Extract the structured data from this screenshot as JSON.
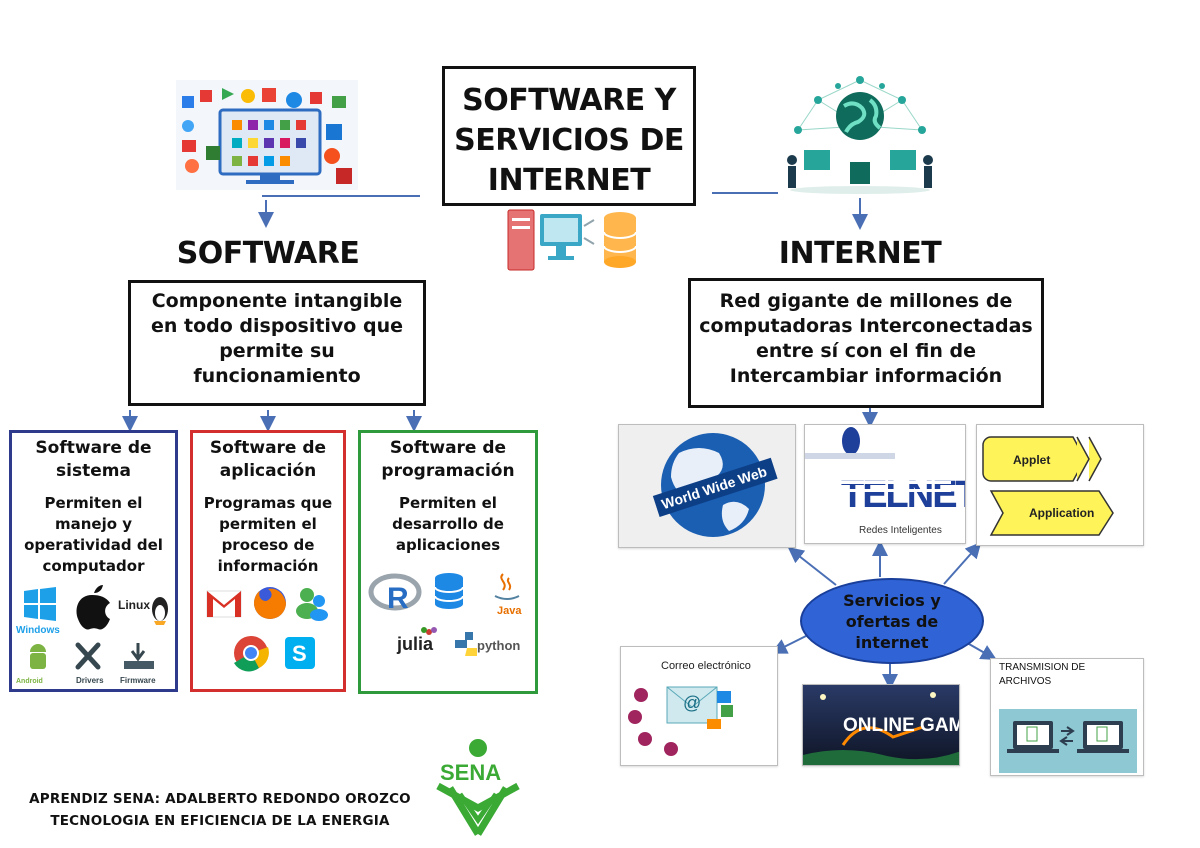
{
  "title": "SOFTWARE Y SERVICIOS DE INTERNET",
  "software": {
    "heading": "SOFTWARE",
    "definition": "Componente intangible en todo dispositivo que permite su funcionamiento",
    "categories": [
      {
        "title": "Software de sistema",
        "description": "Permiten el manejo y operatividad del computador",
        "icons": [
          "Windows",
          "apple-logo",
          "Linux",
          "Android",
          "Drivers",
          "Firmware"
        ]
      },
      {
        "title": "Software de aplicación",
        "description": "Programas que permiten el proceso de información",
        "icons": [
          "gmail-icon",
          "firefox-icon",
          "messenger-icon",
          "chrome-icon",
          "skype-icon"
        ]
      },
      {
        "title": "Software de programación",
        "description": "Permiten el desarrollo de aplicaciones",
        "icons": [
          "R",
          "database-icon",
          "Java",
          "julia",
          "python"
        ]
      }
    ]
  },
  "internet": {
    "heading": "INTERNET",
    "definition": "Red gigante de millones de computadoras Interconectadas entre sí con el fin de Intercambiar información",
    "hub": "Servicios y ofertas de internet",
    "services": {
      "www": "World Wide Web",
      "telnet": {
        "logo": "TELNET",
        "subtitle": "Redes Inteligentes"
      },
      "applet": {
        "top": "Applet",
        "bottom": "Application"
      },
      "email": "Correo electrónico",
      "games": "ONLINE GAMES",
      "transfer": "TRANSMISION DE ARCHIVOS"
    }
  },
  "credits": {
    "line1": "APRENDIZ SENA: ADALBERTO REDONDO OROZCO",
    "line2": "TECNOLOGIA EN EFICIENCIA DE LA ENERGIA",
    "logo_text": "SENA"
  },
  "colors": {
    "system": "#2e3a8c",
    "application": "#d32f2f",
    "programming": "#2e9a3b",
    "hub": "#2f63d6",
    "sena": "#3aaa35",
    "arrow": "#4a6fb5"
  }
}
